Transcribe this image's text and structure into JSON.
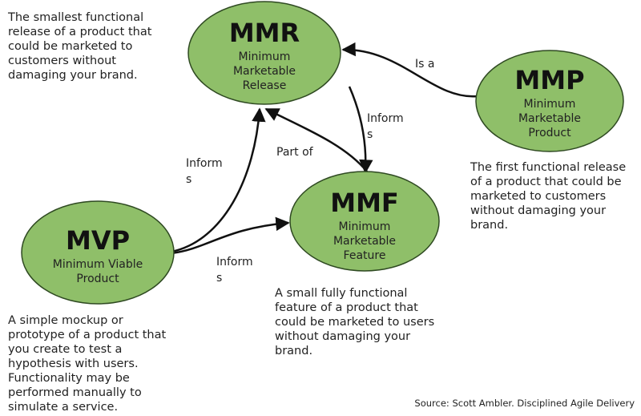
{
  "nodes": {
    "mmr": {
      "abbr": "MMR",
      "full": "Minimum\nMarketable\nRelease"
    },
    "mmp": {
      "abbr": "MMP",
      "full": "Minimum\nMarketable\nProduct"
    },
    "mmf": {
      "abbr": "MMF",
      "full": "Minimum\nMarketable\nFeature"
    },
    "mvp": {
      "abbr": "MVP",
      "full": "Minimum Viable\nProduct"
    }
  },
  "descriptions": {
    "mmr": "The smallest functional\nrelease of a product that\ncould be marketed to\ncustomers without\ndamaging your brand.",
    "mmp": "The first functional release\nof a product that could be\nmarketed to customers\nwithout damaging your\nbrand.",
    "mmf": "A small fully functional\nfeature of a product that\ncould be marketed to users\nwithout damaging your\nbrand.",
    "mvp": "A simple mockup or\nprototype of a product that\nyou create to test a\nhypothesis with users.\nFunctionality may be\nperformed manually to\nsimulate a service."
  },
  "edges": {
    "is_a": "Is a",
    "informs_mmf_mmr": "Inform\ns",
    "part_of": "Part of",
    "informs_mvp_mmr": "Inform\ns",
    "informs_mvp_mmf": "Inform\ns"
  },
  "source": "Source: Scott Ambler. Disciplined Agile Delivery",
  "colors": {
    "node_fill": "#8fbf69",
    "node_stroke": "#2f4a22",
    "arrow": "#111111"
  }
}
